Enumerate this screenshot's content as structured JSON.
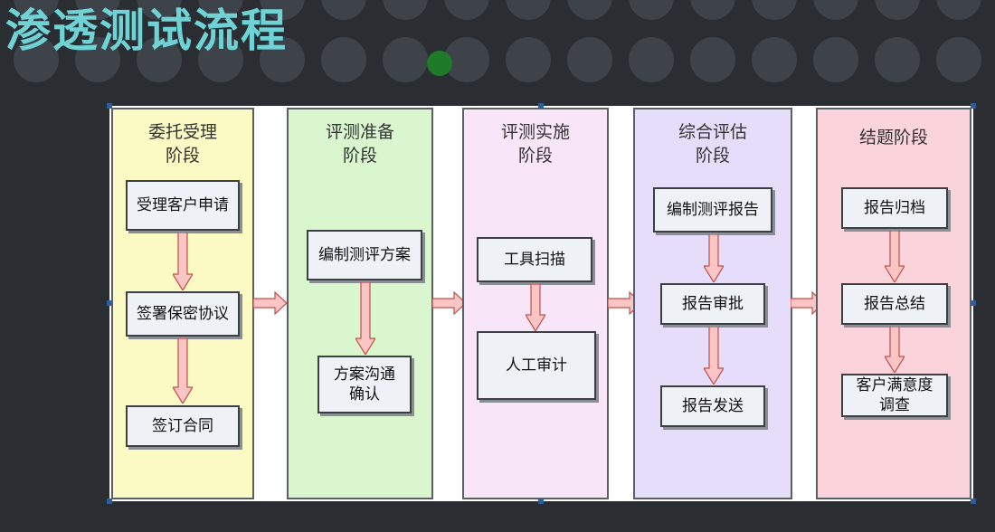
{
  "page": {
    "title": "渗透测试流程"
  },
  "colors": {
    "title": "#6fd3d6",
    "background": "#2a2e33",
    "arrow_fill": "#f9c5c5",
    "arrow_stroke": "#c0504d"
  },
  "flow": {
    "stages": [
      {
        "header": "委托受理\n阶段",
        "background": "#fbf9c4",
        "steps": [
          "受理客户申请",
          "签署保密协议",
          "签订合同"
        ]
      },
      {
        "header": "评测准备\n阶段",
        "background": "#d9f6cf",
        "steps": [
          "编制测评方案",
          "方案沟通\n确认"
        ]
      },
      {
        "header": "评测实施\n阶段",
        "background": "#f8e6f8",
        "steps": [
          "工具扫描",
          "人工审计"
        ]
      },
      {
        "header": "综合评估\n阶段",
        "background": "#e5ddfa",
        "steps": [
          "编制测评报告",
          "报告审批",
          "报告发送"
        ]
      },
      {
        "header": "结题阶段",
        "background": "#fbd3da",
        "steps": [
          "报告归档",
          "报告总结",
          "客户满意度\n调查"
        ]
      }
    ]
  }
}
